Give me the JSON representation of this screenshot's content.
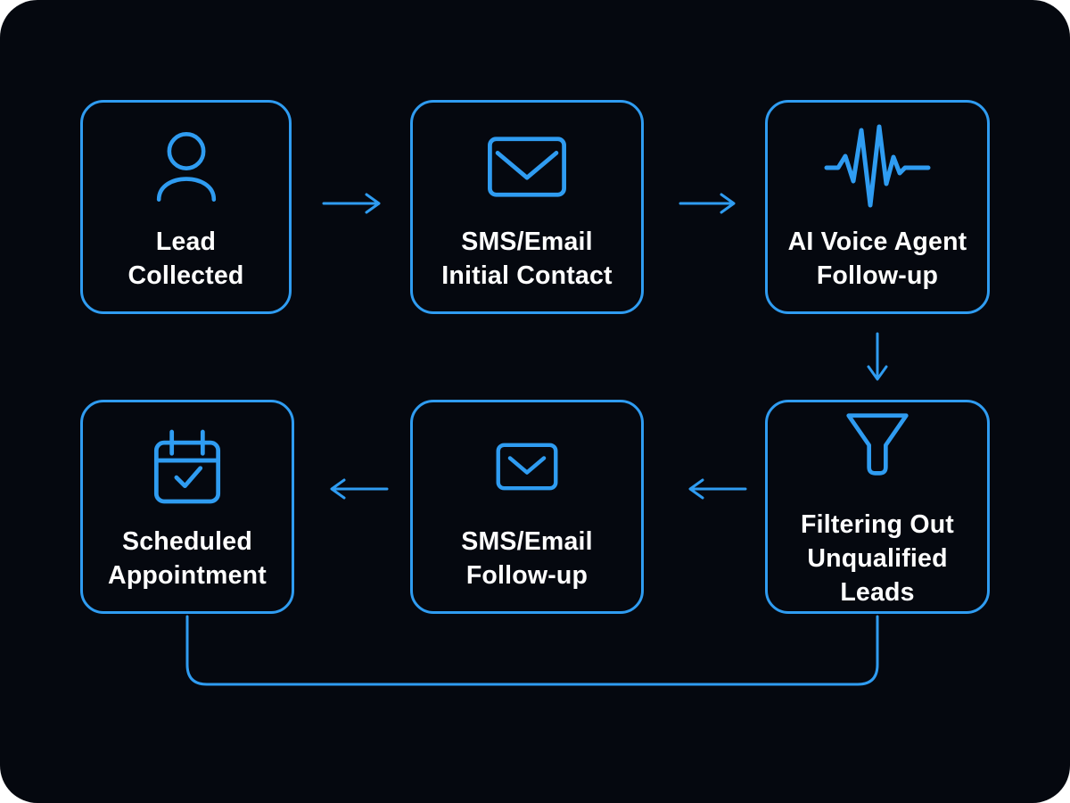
{
  "canvas": {
    "page_background": "#ffffff",
    "board_background": "#05080f",
    "accent_color": "#2f9cf1",
    "text_color": "#ffffff"
  },
  "diagram": {
    "type": "flowchart",
    "nodes": [
      {
        "id": "lead-collected",
        "icon": "person-icon",
        "label": "Lead\nCollected"
      },
      {
        "id": "sms-email-initial-contact",
        "icon": "envelope-icon",
        "label": "SMS/Email\nInitial Contact"
      },
      {
        "id": "ai-voice-agent-follow-up",
        "icon": "waveform-icon",
        "label": "AI Voice Agent\nFollow-up"
      },
      {
        "id": "scheduled-appointment",
        "icon": "calendar-check-icon",
        "label": "Scheduled\nAppointment"
      },
      {
        "id": "sms-email-follow-up",
        "icon": "envelope-icon",
        "label": "SMS/Email\nFollow-up"
      },
      {
        "id": "filtering-out-unqualified-leads",
        "icon": "funnel-icon",
        "label": "Filtering Out\nUnqualified\nLeads"
      }
    ],
    "edges": [
      {
        "from": "lead-collected",
        "to": "sms-email-initial-contact",
        "arrow": "right"
      },
      {
        "from": "sms-email-initial-contact",
        "to": "ai-voice-agent-follow-up",
        "arrow": "right"
      },
      {
        "from": "ai-voice-agent-follow-up",
        "to": "filtering-out-unqualified-leads",
        "arrow": "down"
      },
      {
        "from": "filtering-out-unqualified-leads",
        "to": "sms-email-follow-up",
        "arrow": "left"
      },
      {
        "from": "sms-email-follow-up",
        "to": "scheduled-appointment",
        "arrow": "left"
      },
      {
        "from": "scheduled-appointment",
        "to": "filtering-out-unqualified-leads",
        "arrow": "none",
        "route": "bottom-loop"
      }
    ]
  }
}
